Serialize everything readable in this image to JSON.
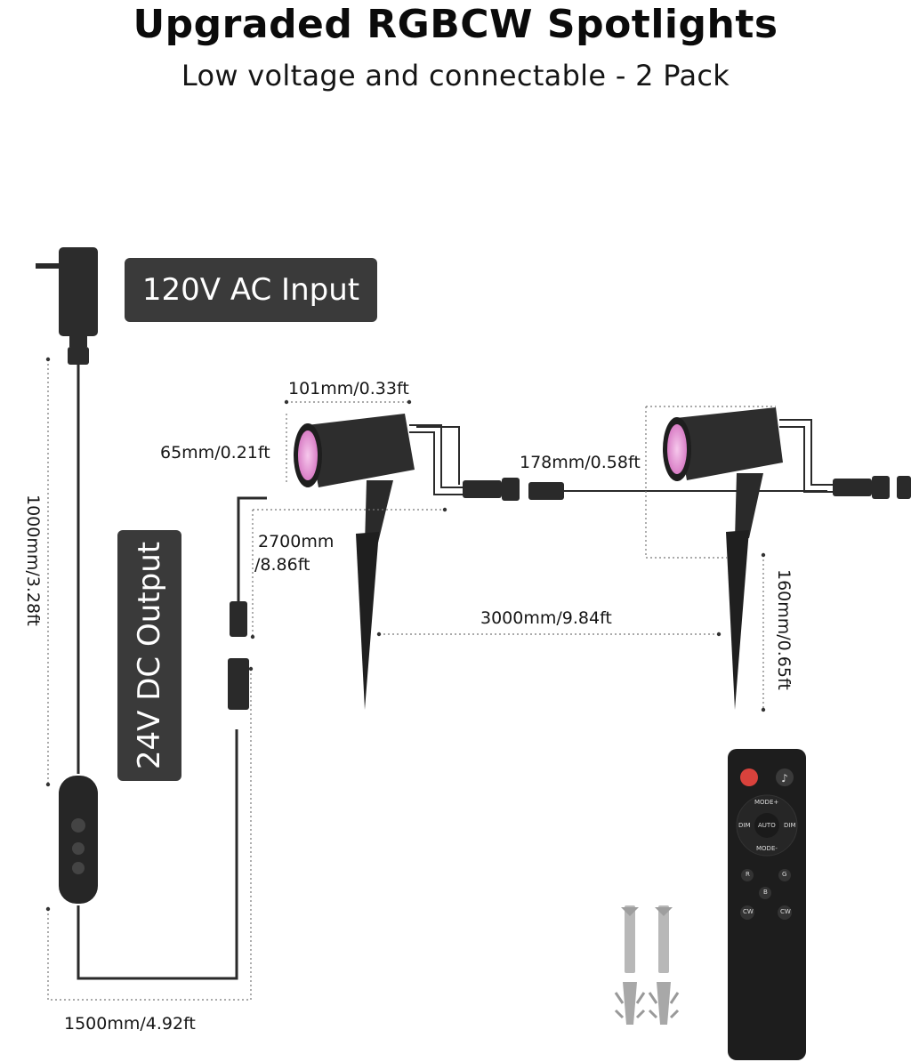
{
  "header": {
    "title": "Upgraded RGBCW Spotlights",
    "subtitle": "Low voltage and connectable - 2 Pack"
  },
  "labels": {
    "ac_input": "120V AC Input",
    "dc_output": "24V DC Output"
  },
  "dimensions": {
    "width_head": "101mm/0.33ft",
    "height_head": "65mm/0.21ft",
    "cable_2700": "2700mm",
    "cable_2700_ft": "/8.86ft",
    "connector_178": "178mm/0.58ft",
    "spacing_3000": "3000mm/9.84ft",
    "stake_160": "160mm/0.65ft",
    "cord_1000": "1000mm/3.28ft",
    "cord_1500": "1500mm/4.92ft"
  },
  "remote": {
    "mode_plus": "MODE+",
    "mode_minus": "MODE-",
    "dim_left": "DIM",
    "dim_right": "DIM",
    "auto": "AUTO",
    "r": "R",
    "g": "G",
    "b": "B",
    "cw_left": "CW",
    "cw_right": "CW"
  },
  "colors": {
    "lens": "#e8a0d8",
    "body": "#2c2c2c",
    "pill": "#3a3a3a",
    "power_button": "#d9423c"
  }
}
